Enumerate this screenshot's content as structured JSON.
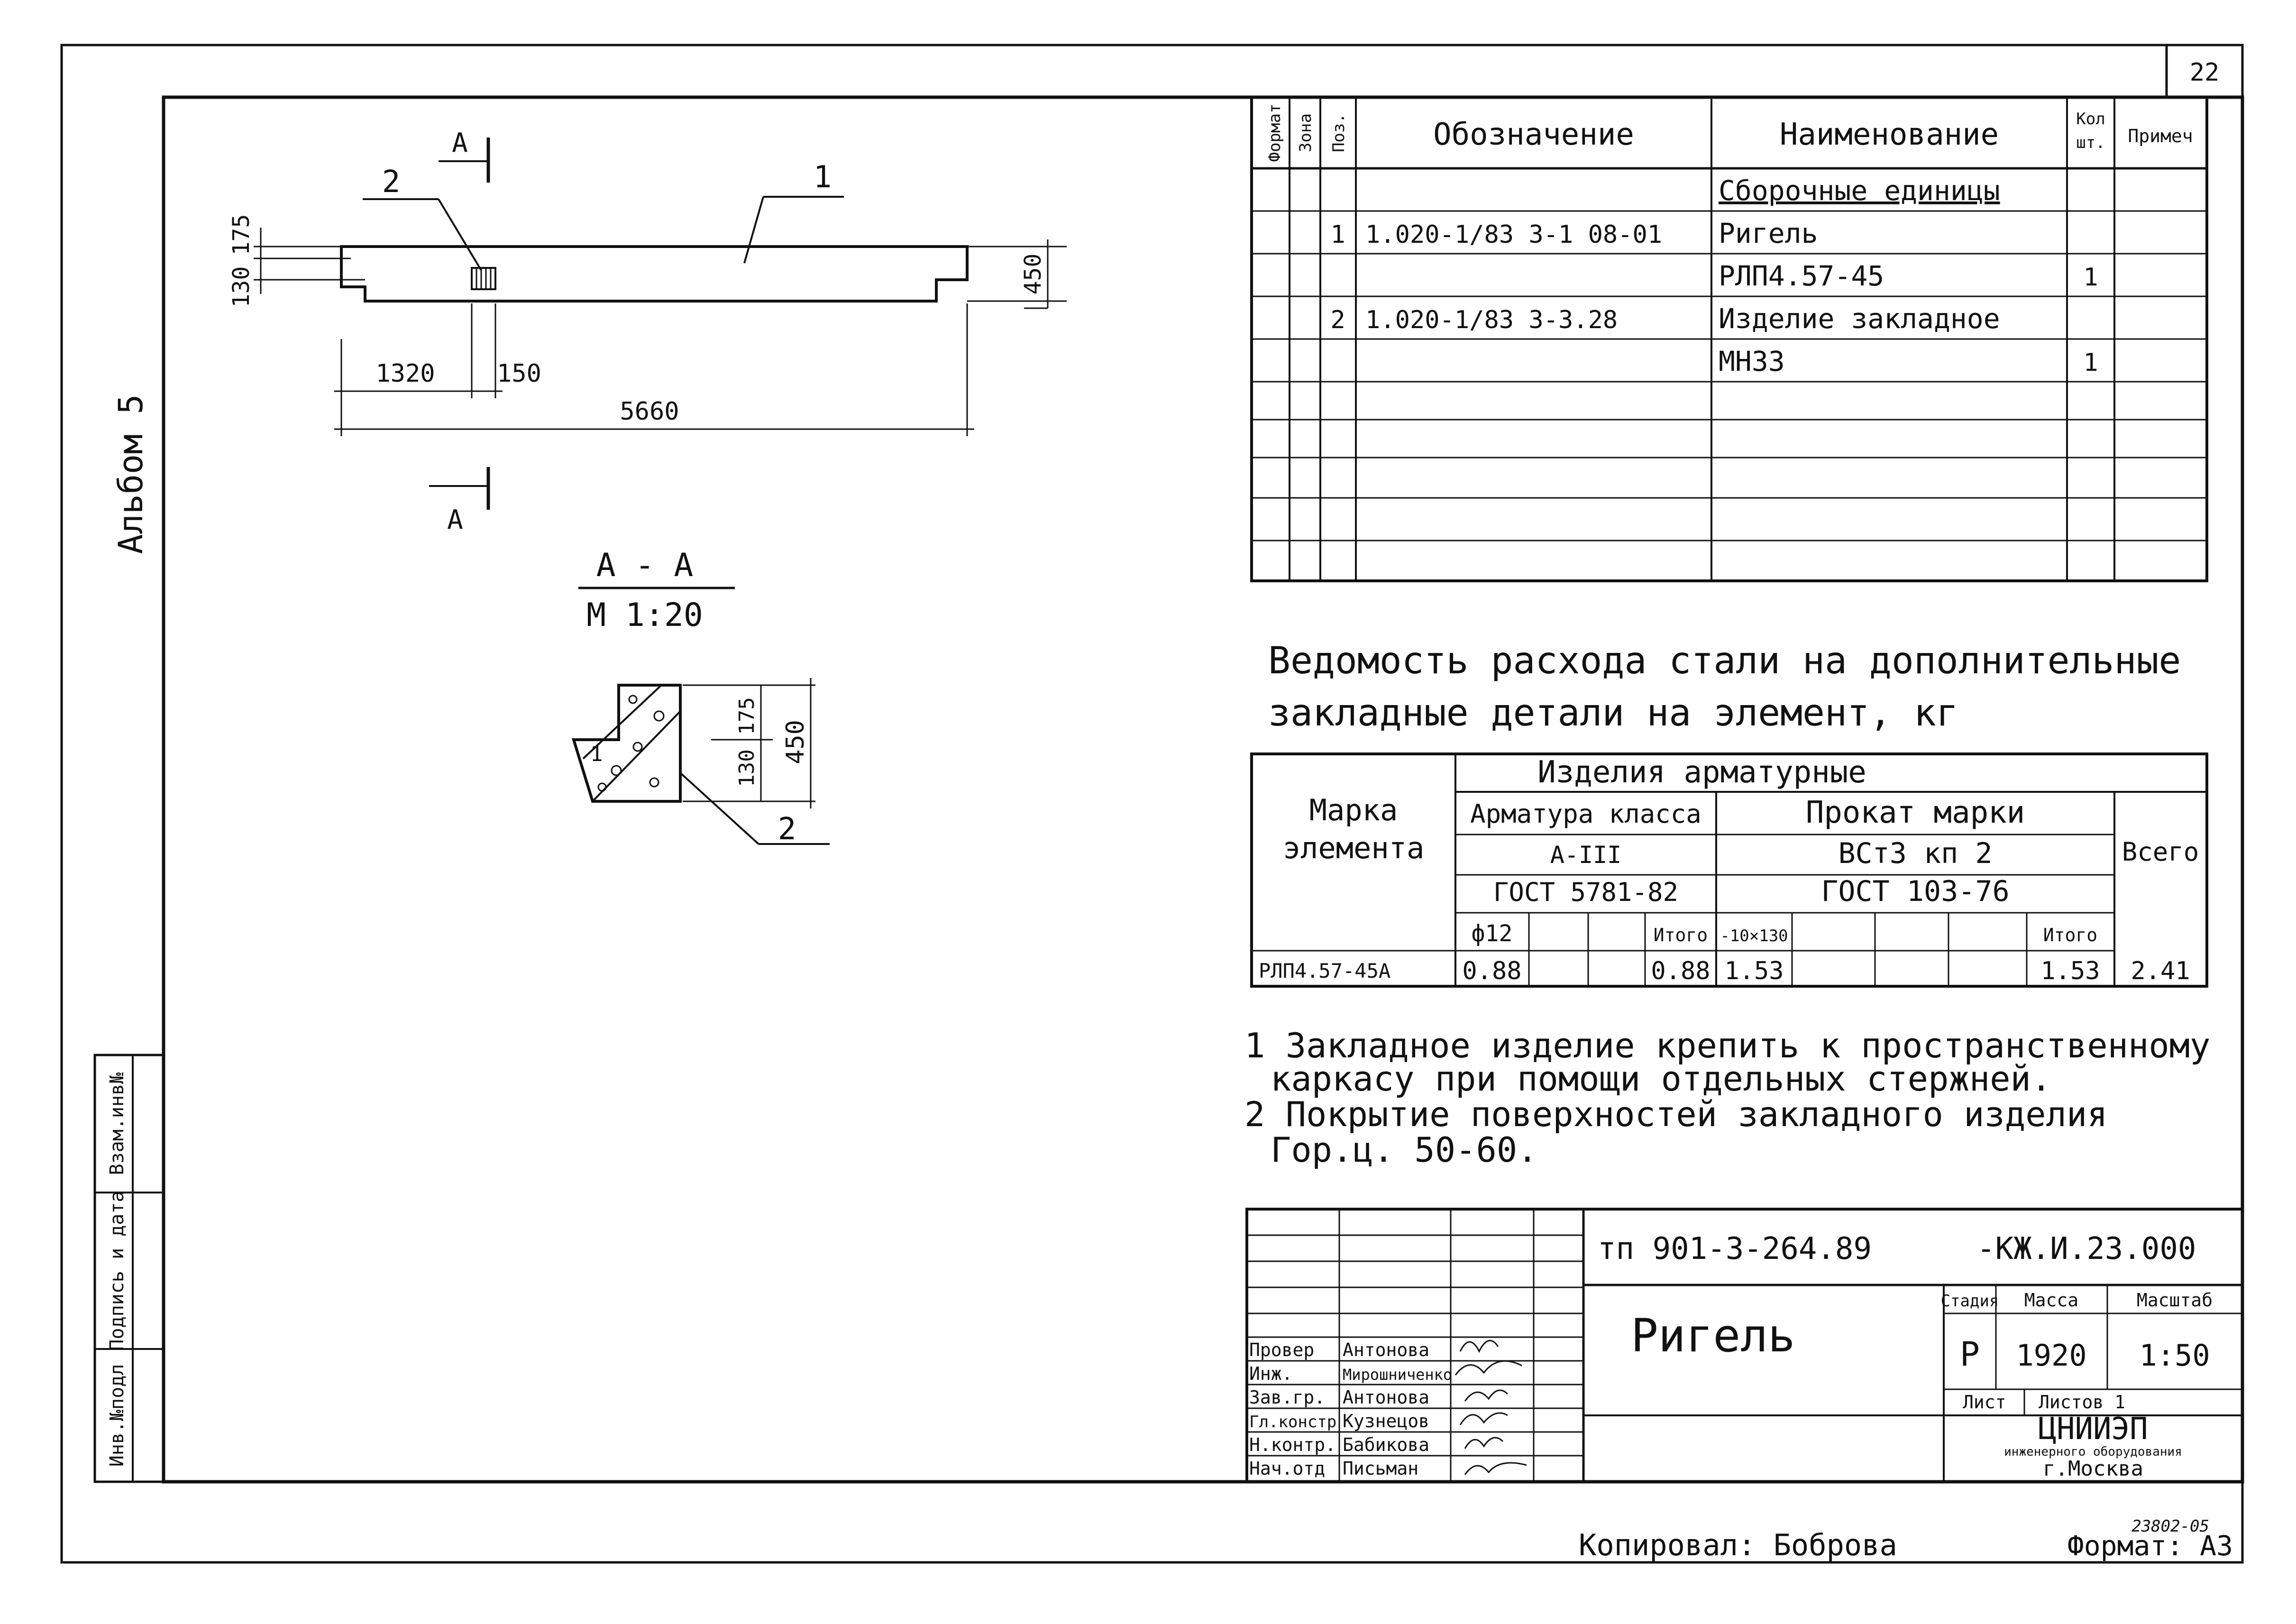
{
  "sheet_number": "22",
  "album_label": "Альбом 5",
  "drawing": {
    "section_mark": "А",
    "pos1": "1",
    "pos2": "2",
    "dim_175": "175",
    "dim_130": "130",
    "dim_450": "450",
    "dim_1320": "1320",
    "dim_150": "150",
    "dim_5660": "5660",
    "section_title": "А - А",
    "section_scale": "М 1:20",
    "section_dim_175": "175",
    "section_dim_130": "130",
    "section_dim_450": "450",
    "section_pos1": "1",
    "section_pos2": "2"
  },
  "spec_table": {
    "headers": {
      "format": "Формат",
      "zone": "Зона",
      "pos": "Поз.",
      "designation": "Обозначение",
      "name": "Наименование",
      "qty_top": "Кол",
      "qty_bottom": "шт.",
      "note": "Примеч"
    },
    "rows": [
      {
        "pos": "",
        "designation": "",
        "name": "Сборочные единицы",
        "qty": ""
      },
      {
        "pos": "1",
        "designation": "1.020-1/83 3-1 08-01",
        "name": "Ригель",
        "qty": ""
      },
      {
        "pos": "",
        "designation": "",
        "name": "РЛП4.57-45",
        "qty": "1"
      },
      {
        "pos": "2",
        "designation": "1.020-1/83 3-3.28",
        "name": "Изделие закладное",
        "qty": ""
      },
      {
        "pos": "",
        "designation": "",
        "name": "МН33",
        "qty": "1"
      }
    ]
  },
  "steel_title_line1": "Ведомость расхода стали на дополнительные",
  "steel_title_line2": "закладные детали на элемент, кг",
  "steel_table": {
    "products": "Изделия арматурные",
    "mark_line1": "Марка",
    "mark_line2": "элемента",
    "rebar_class": "Арматура класса",
    "rebar_grade": "А-III",
    "rebar_gost": "ГОСТ 5781-82",
    "rolled_grade": "Прокат марки",
    "rolled_steel": "ВСт3 кп 2",
    "rolled_gost": "ГОСТ 103-76",
    "total": "Всего",
    "col_d12": "ф12",
    "col_itogo1": "Итого",
    "col_strip": "-10×130",
    "col_itogo2": "Итого",
    "row_mark": "РЛП4.57-45А",
    "v_d12": "0.88",
    "v_itogo1": "0.88",
    "v_strip": "1.53",
    "v_itogo2": "1.53",
    "v_total": "2.41"
  },
  "notes": {
    "n1_line1": "1 Закладное изделие крепить к пространственному",
    "n1_line2": "каркасу при помощи отдельных стержней.",
    "n2_line1": "2 Покрытие поверхностей закладного изделия",
    "n2_line2": "Гор.ц. 50-60."
  },
  "title_block": {
    "project": "тп 901-3-264.89",
    "code": "-КЖ.И.23.000",
    "title": "Ригель",
    "stage_label": "Стадия",
    "mass_label": "Масса",
    "scale_label": "Масштаб",
    "stage": "Р",
    "mass": "1920",
    "scale": "1:50",
    "sheet_label": "Лист",
    "sheets_label": "Листов 1",
    "org_name": "ЦНИИЭП",
    "org_sub": "инженерного оборудования",
    "org_city": "г.Москва",
    "people": [
      {
        "role": "Провер",
        "name": "Антонова"
      },
      {
        "role": "Инж.",
        "name": "Мирошниченко"
      },
      {
        "role": "Зав.гр.",
        "name": "Антонова"
      },
      {
        "role": "Гл.констр",
        "name": "Кузнецов"
      },
      {
        "role": "Н.контр.",
        "name": "Бабикова"
      },
      {
        "role": "Нач.отд",
        "name": "Письман"
      }
    ]
  },
  "side_stamp": {
    "inv_podl": "Инв.№подл",
    "sign_date": "Подпись и дата",
    "vzam_inv": "Взам.инв№"
  },
  "footer": {
    "copied": "Копировал: Боброва",
    "serial": "23802-05",
    "format": "Формат: А3"
  }
}
